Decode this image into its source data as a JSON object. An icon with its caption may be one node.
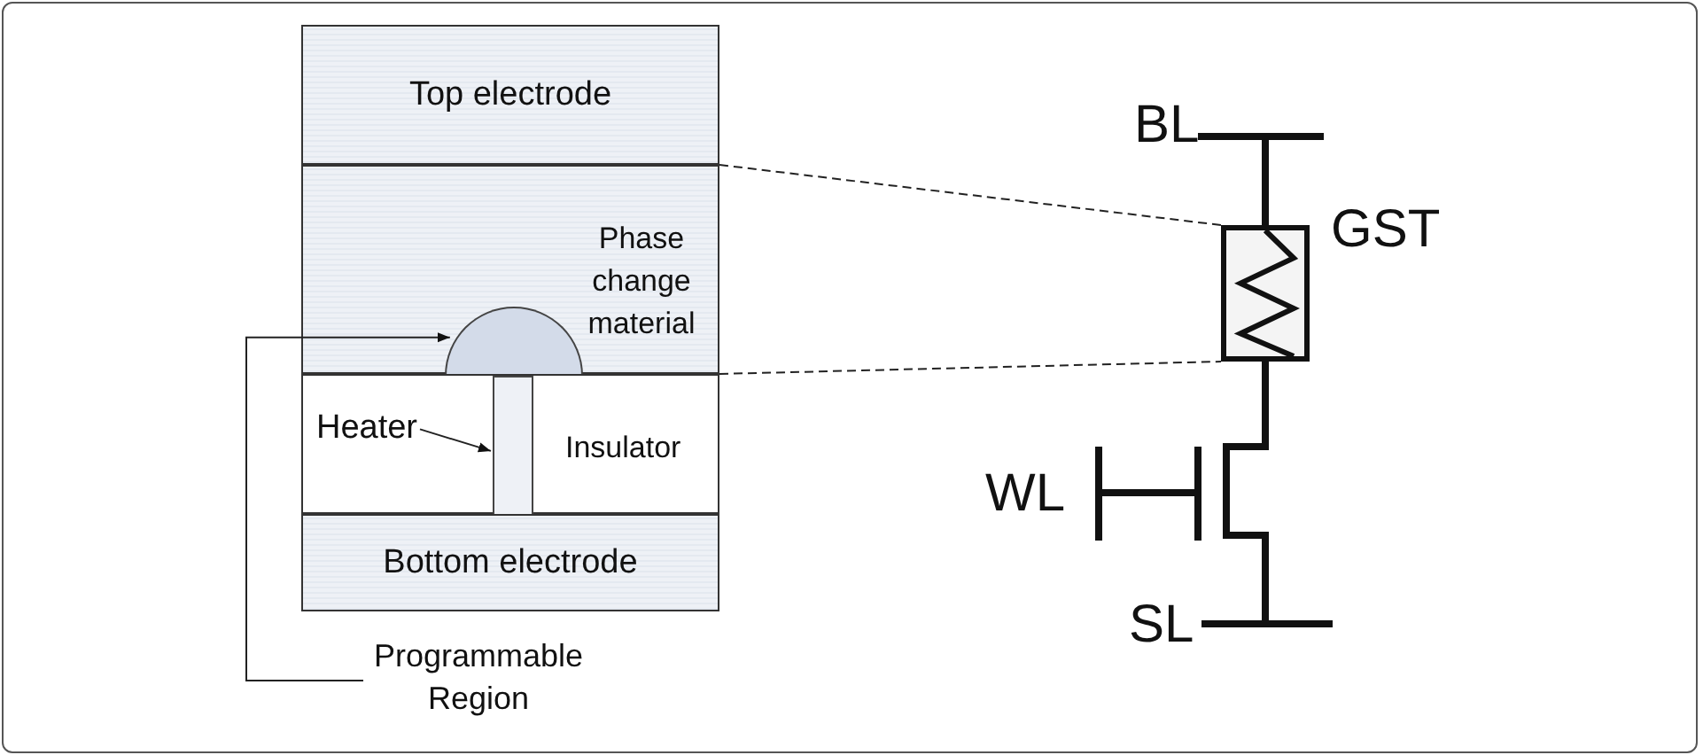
{
  "diagram": {
    "nodes": [
      {
        "text": [
          "Top electrode"
        ]
      },
      {
        "text": [
          "Phase change material"
        ]
      },
      {
        "text": [
          "Insulator"
        ]
      },
      {
        "text": [
          "Heater"
        ],
        "in": 2
      },
      {
        "text": [],
        "shape": "bar",
        "in": 2
      },
      {
        "text": [
          "Bottom electrode"
        ]
      },
      {
        "text": [],
        "shape": "dome",
        "in": 1
      },
      {
        "text": [
          "Programmable Region"
        ]
      },
      {
        "text": [],
        "shape": "box",
        "beside": [
          "GST"
        ]
      }
    ],
    "edges": [
      {
        "from": 3,
        "to": 4,
        "arrow": "to"
      },
      {
        "from": 7,
        "to": 6,
        "arrow": "to"
      },
      {
        "from": 1,
        "to": 8,
        "arrow": "none",
        "style": "dashed"
      },
      {
        "from": 1,
        "to": 8,
        "arrow": "none",
        "style": "dashed"
      }
    ],
    "labels": [
      "BL",
      "WL",
      "SL"
    ]
  }
}
